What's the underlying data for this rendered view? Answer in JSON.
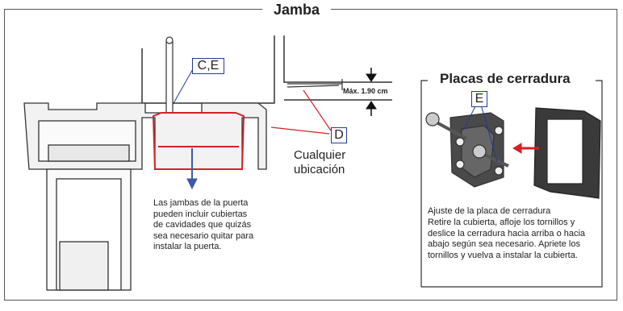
{
  "title": "Jamba",
  "strike_plate": {
    "title": "Placas de cerradura",
    "label": "E",
    "note_title": "Ajuste de la placa de cerradura",
    "note_body": "Retire la cubierta, afloje los tornillos y deslice la cerradura hacia arriba o hacia abajo según sea necesario. Apriete los tornillos y vuelva a instalar la cubierta."
  },
  "labels": {
    "screw_label": "C,E",
    "shim_label": "D",
    "max_dim": "Máx. 1.90 cm",
    "anywhere": "Cualquier ubicación"
  },
  "jamb_note": "Las jambas de la puerta pueden incluir cubiertas de cavidades que quizás sea necesario quitar para instalar la puerta.",
  "colors": {
    "label_border": "#1f3d99",
    "arrow_blue": "#3c5aa6",
    "accent_red": "#d42027",
    "line_dark": "#333333"
  }
}
